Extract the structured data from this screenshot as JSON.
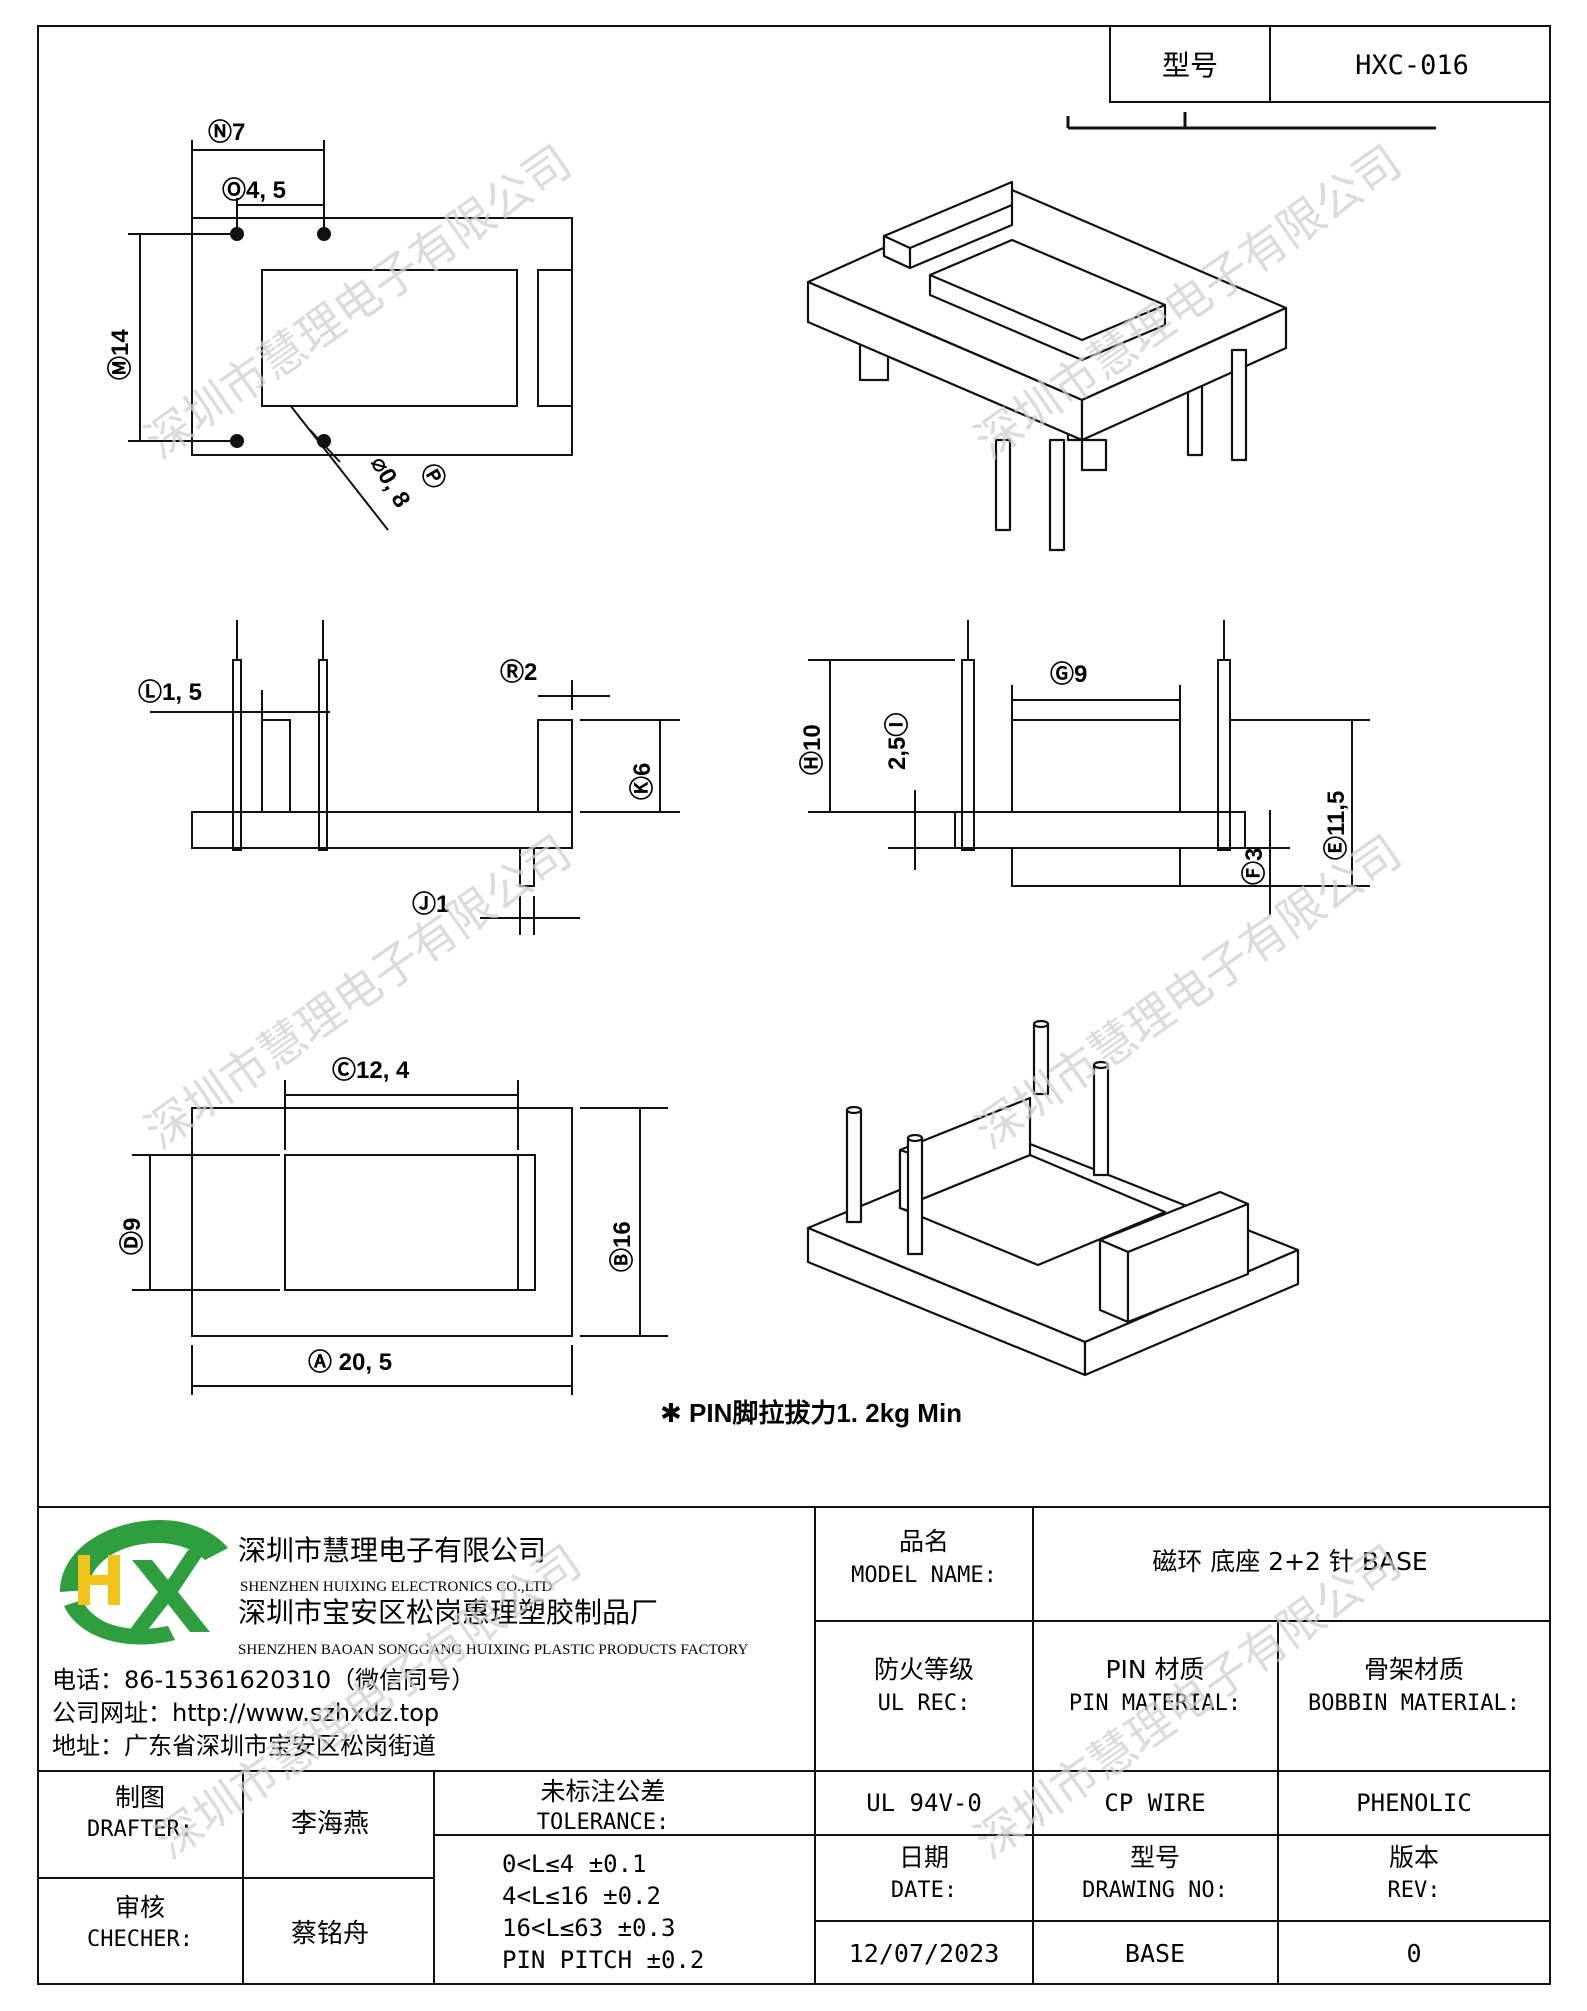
{
  "header": {
    "model_label": "型号",
    "model_value": "HXC-016"
  },
  "drawing": {
    "top_view": {
      "dim_n": "Ⓝ7",
      "dim_o": "Ⓞ4, 5",
      "dim_m": "Ⓜ14",
      "dim_p": "Ⓟ",
      "dim_p_value": "⌀0, 8"
    },
    "front_view": {
      "dim_l": "Ⓛ1, 5",
      "dim_r": "Ⓡ2",
      "dim_k": "Ⓚ6",
      "dim_j": "Ⓙ1"
    },
    "side_view": {
      "dim_h": "Ⓗ10",
      "dim_i": "2,5Ⓘ",
      "dim_g": "Ⓖ9",
      "dim_e": "Ⓔ11,5",
      "dim_f": "Ⓕ3"
    },
    "bottom_view": {
      "dim_c": "Ⓒ12, 4",
      "dim_d": "Ⓓ9",
      "dim_b": "Ⓑ16",
      "dim_a": "Ⓐ 20, 5"
    },
    "note": "✱ PIN脚拉拔力1. 2kg  Min",
    "watermark": "深圳市慧理电子有限公司"
  },
  "titleblock": {
    "company_cn": "深圳市慧理电子有限公司",
    "company_en": "SHENZHEN HUIXING ELECTRONICS CO.,LTD",
    "factory_cn": "深圳市宝安区松岗惠理塑胶制品厂",
    "factory_en": "SHENZHEN BAOAN SONGGANG HUIXING PLASTIC PRODUCTS FACTORY",
    "phone": "电话：86-15361620310（微信同号）",
    "website": "公司网址：http://www.szhxdz.top",
    "address": "地址：广东省深圳市宝安区松岗街道",
    "model_name_cn": "品名",
    "model_name_en": "MODEL NAME:",
    "model_name_value": "磁环 底座 2+2 针 BASE",
    "ul_cn": "防火等级",
    "ul_en": "UL REC:",
    "ul_value": "UL 94V-0",
    "pin_material_cn": "PIN 材质",
    "pin_material_en": "PIN MATERIAL:",
    "pin_material_value": "CP WIRE",
    "bobbin_material_cn": "骨架材质",
    "bobbin_material_en": "BOBBIN MATERIAL:",
    "bobbin_material_value": "PHENOLIC",
    "drafter_cn": "制图",
    "drafter_en": "DRAFTER:",
    "drafter_name": "李海燕",
    "checker_cn": "审核",
    "checker_en": "CHECHER:",
    "checker_name": "蔡铭舟",
    "tolerance_cn": "未标注公差",
    "tolerance_en": "TOLERANCE:",
    "tolerance_lines": [
      "0<L≤4  ±0.1",
      "4<L≤16 ±0.2",
      "16<L≤63 ±0.3",
      "PIN PITCH ±0.2"
    ],
    "date_cn": "日期",
    "date_en": "DATE:",
    "date_value": "12/07/2023",
    "drawing_no_cn": "型号",
    "drawing_no_en": "DRAWING NO:",
    "drawing_no_value": "BASE",
    "rev_cn": "版本",
    "rev_en": "REV:",
    "rev_value": "0"
  },
  "colors": {
    "line": "#111111",
    "logo_green": "#2e9e3f",
    "logo_yellow": "#f2c318",
    "watermark": "#cfcfcf"
  }
}
